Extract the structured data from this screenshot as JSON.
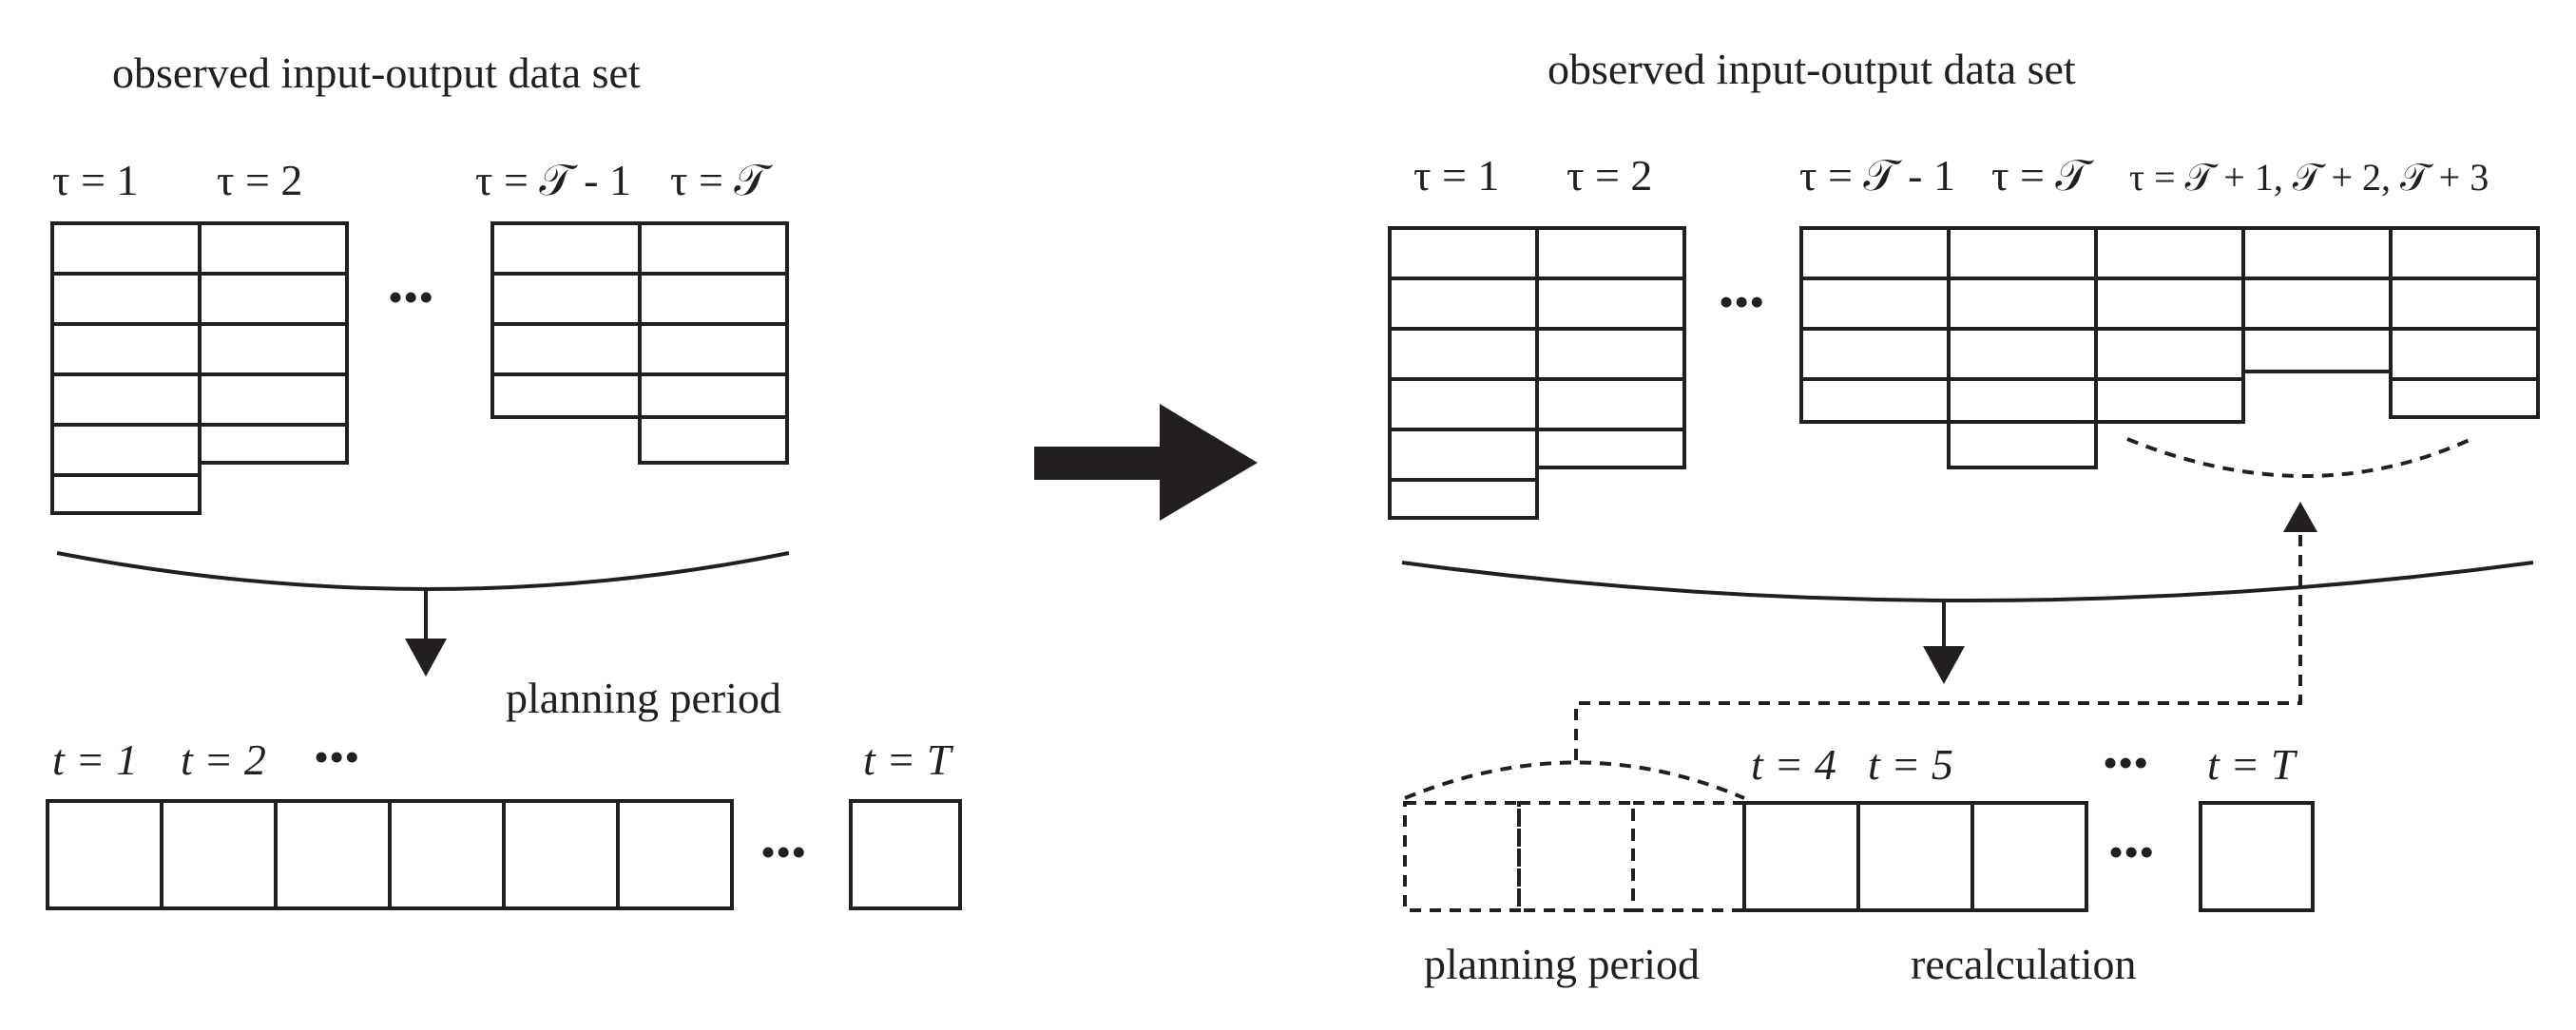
{
  "left": {
    "title": "observed input-output data set",
    "tau_labels": [
      "τ = 1",
      "τ = 2",
      "τ = 𝒯 - 1",
      "τ = 𝒯"
    ],
    "planning_label": "planning period",
    "t_labels": [
      "t = 1",
      "t = 2",
      "t = T"
    ],
    "ellipsis": "•••"
  },
  "right": {
    "title": "observed input-output data set",
    "tau_labels": [
      "τ = 1",
      "τ = 2",
      "τ = 𝒯 - 1",
      "τ = 𝒯",
      "τ = 𝒯 + 1, 𝒯 + 2, 𝒯 + 3"
    ],
    "t_labels": [
      "t = 4",
      "t = 5",
      "t = T"
    ],
    "planning_label": "planning period",
    "recalc_label": "recalculation",
    "ellipsis": "•••"
  },
  "colors": {
    "ink": "#231f20",
    "background": "#ffffff"
  },
  "icons": {
    "transition": "right-arrow-icon",
    "flow": "down-arrow-icon",
    "feedback": "dashed-up-arrow-icon"
  }
}
